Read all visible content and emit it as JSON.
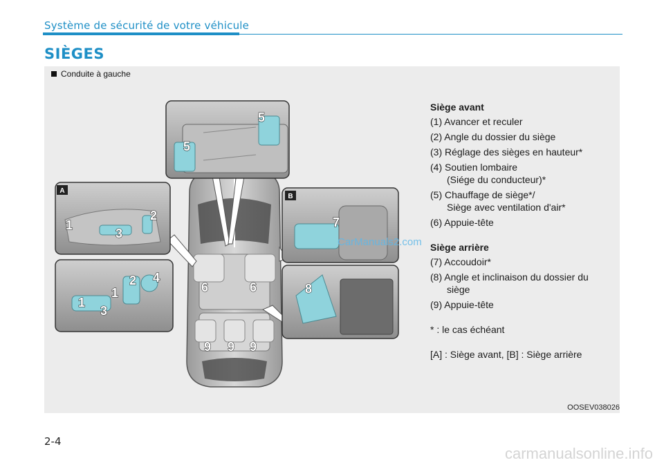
{
  "header": {
    "section_title": "Système de sécurité de votre véhicule"
  },
  "page_heading": "SIÈGES",
  "figure": {
    "caption": "Conduite à gauche",
    "code": "OOSEV038026",
    "inset_labels": {
      "front": "A",
      "rear": "B"
    },
    "callouts": [
      "1",
      "2",
      "3",
      "4",
      "5",
      "6",
      "7",
      "8",
      "9"
    ]
  },
  "legend": {
    "front_title": "Siège avant",
    "front_items": [
      {
        "main": "(1) Avancer et reculer"
      },
      {
        "main": "(2) Angle du dossier du siège"
      },
      {
        "main": "(3) Réglage des sièges en hauteur*"
      },
      {
        "main": "(4) Soutien lombaire",
        "sub": "(Siége du conducteur)*"
      },
      {
        "main": "(5) Chauffage de siège*/",
        "sub": "Siège avec ventilation d'air*"
      },
      {
        "main": "(6) Appuie-tête"
      }
    ],
    "rear_title": "Siège arrière",
    "rear_items": [
      {
        "main": "(7) Accoudoir*"
      },
      {
        "main": "(8) Angle et inclinaison du dossier du",
        "sub": "siège"
      },
      {
        "main": "(9) Appuie-tête"
      }
    ],
    "note": "* : le cas échéant",
    "ref": "[A] : Siège avant, [B] : Siège arrière"
  },
  "watermark_inline": "CarManuals2.com",
  "page_number": "2-4",
  "footer_watermark": "carmanualsonline.info",
  "colors": {
    "accent": "#1e8fc6",
    "panel": "#ececec",
    "control_highlight": "#8fd3dc"
  }
}
